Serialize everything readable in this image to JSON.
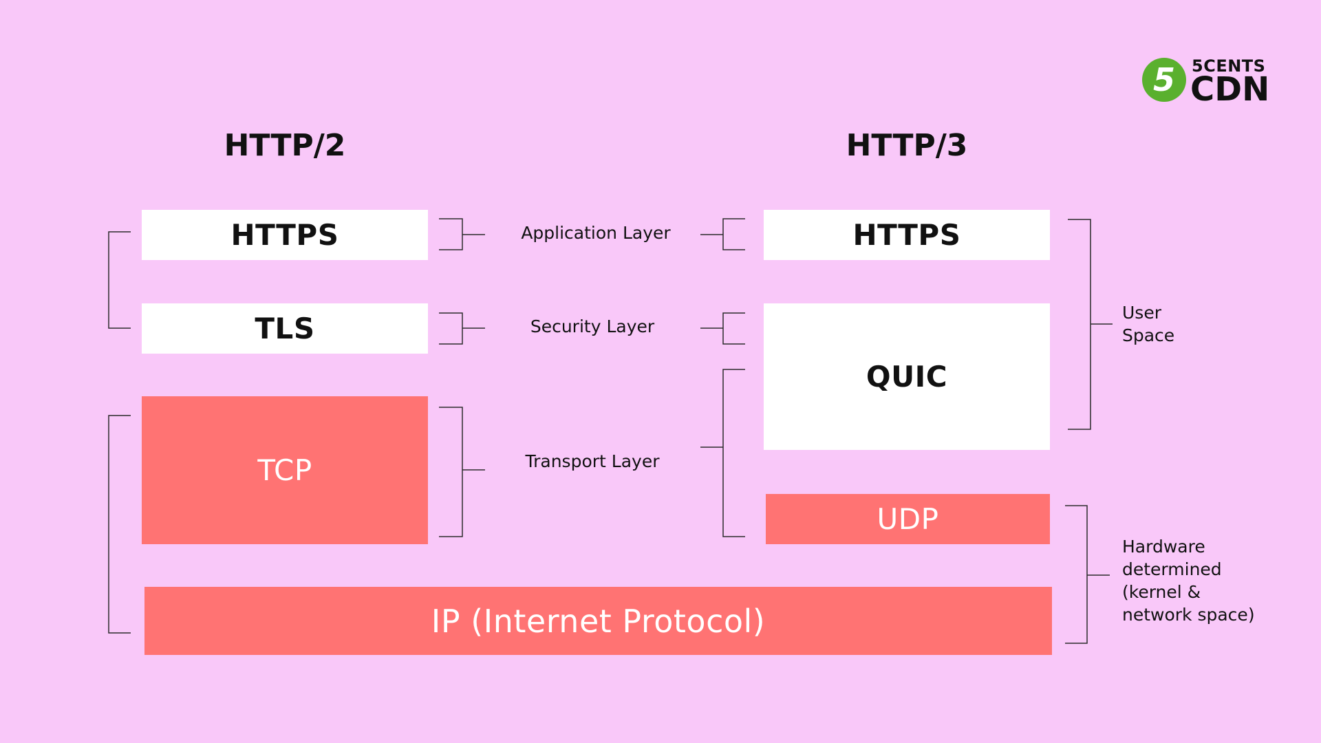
{
  "headers": {
    "left": "HTTP/2",
    "right": "HTTP/3"
  },
  "http2": {
    "https": "HTTPS",
    "tls": "TLS",
    "tcp": "TCP"
  },
  "http3": {
    "https": "HTTPS",
    "quic": "QUIC",
    "udp": "UDP"
  },
  "shared": {
    "ip": "IP (Internet Protocol)"
  },
  "layers": {
    "application": "Application Layer",
    "security": "Security Layer",
    "transport": "Transport Layer"
  },
  "spaces": {
    "user_line1": "User",
    "user_line2": "Space",
    "hw_line1": "Hardware",
    "hw_line2": "determined",
    "hw_line3": "(kernel &",
    "hw_line4": "network space)"
  },
  "logo": {
    "digit": "5",
    "top": "5CENTS",
    "bottom": "CDN"
  },
  "colors": {
    "background": "#f9c8f9",
    "box_white": "#ffffff",
    "box_coral": "#ff7373",
    "logo_green": "#5ab02e"
  }
}
